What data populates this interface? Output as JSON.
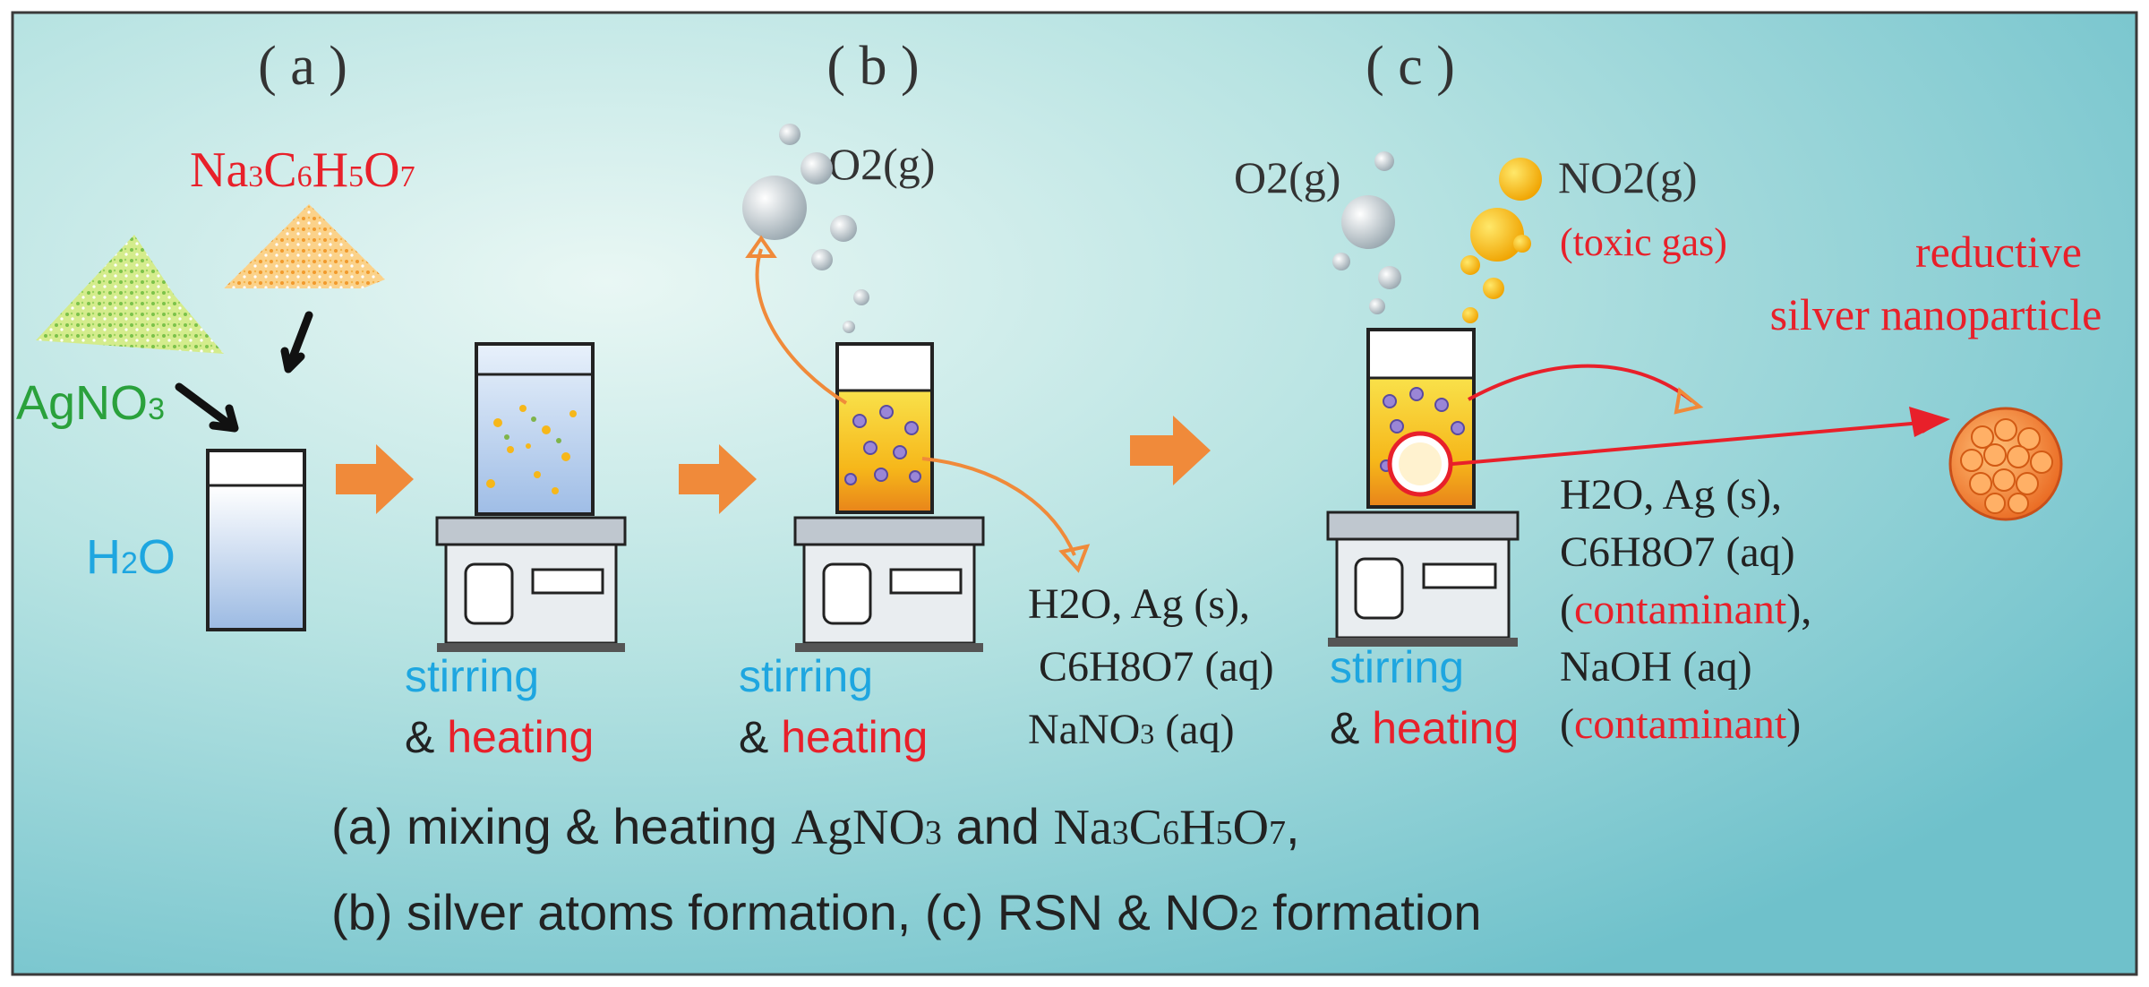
{
  "panels": {
    "a": "( a )",
    "b": "( b )",
    "c": "( c )"
  },
  "reagents": {
    "agno3": "AgNO",
    "agno3_sub": "3",
    "citrate_parts": [
      "Na",
      "3",
      "C",
      "6",
      "H",
      "5",
      "O",
      "7"
    ],
    "water": "H",
    "water_sub": "2",
    "water_end": "O"
  },
  "gases": {
    "o2_b": "O2(g)",
    "o2_c": "O2(g)",
    "no2": "NO2(g)",
    "toxic": "(toxic gas)"
  },
  "process": {
    "stirring": "stirring",
    "amp": "& ",
    "heating": "heating"
  },
  "products_b": {
    "line1": "H2O, Ag (s),",
    "line2": "C6H8O7 (aq)",
    "line3_a": "NaNO",
    "line3_sub": "3",
    "line3_b": " (aq)"
  },
  "products_c": {
    "line1": "H2O, Ag (s),",
    "line2": "C6H8O7 (aq)",
    "line3_open": "(",
    "line3_word": "contaminant",
    "line3_close": "),",
    "line4": "NaOH (aq)",
    "line5_open": "(",
    "line5_word": "contaminant",
    "line5_close": ")"
  },
  "nanoparticle": {
    "line1": "reductive",
    "line2": "silver nanoparticle"
  },
  "caption": {
    "l1_a": "(a) mixing & heating ",
    "l1_b": "AgNO",
    "l1_c": "3",
    "l1_d": " and ",
    "l1_e": "Na",
    "l1_f": "3",
    "l1_g": "C",
    "l1_h": "6",
    "l1_i": "H",
    "l1_j": "5",
    "l1_k": "O",
    "l1_l": "7",
    "l1_m": ",",
    "l2_a": "(b) silver atoms formation, (c) RSN & NO",
    "l2_b": "2",
    "l2_c": " formation"
  },
  "colors": {
    "blue_text": "#1ea6e0",
    "red_text": "#e8202a",
    "green_text": "#2aa13c",
    "arrow_orange": "#f08a3a",
    "liquid_yellow": "#f7c21a",
    "background": "#8fd0d6"
  }
}
